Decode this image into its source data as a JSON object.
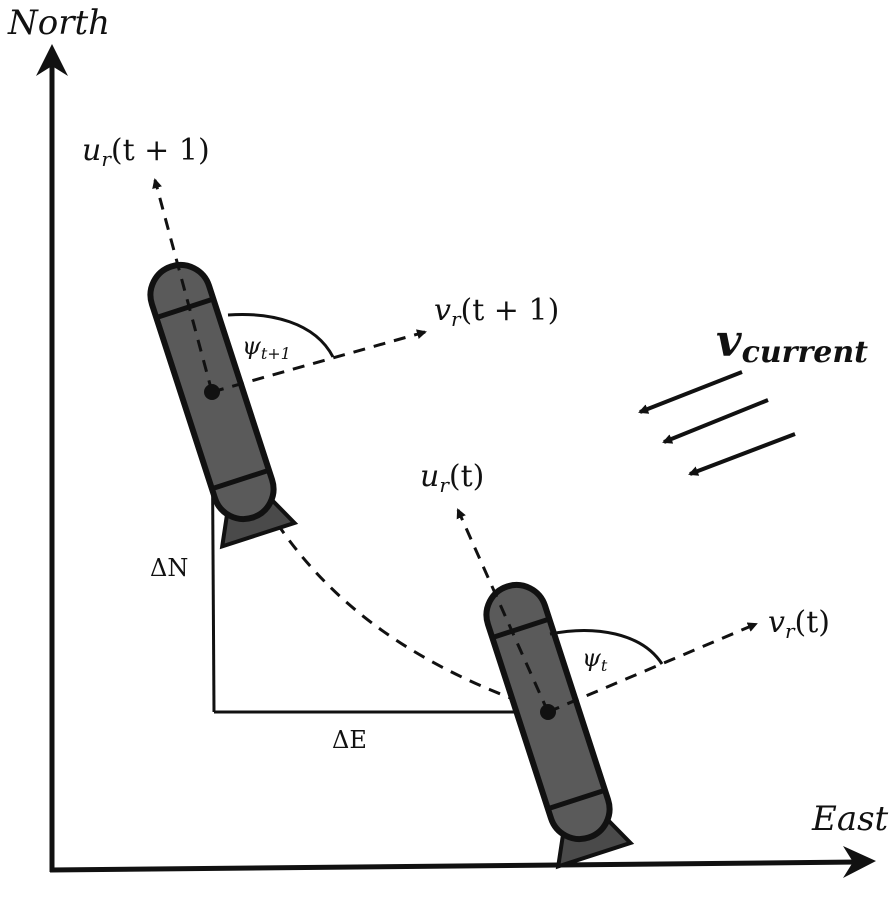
{
  "axes": {
    "north_label": "North",
    "east_label": "East"
  },
  "vectors": {
    "ur_t1": "u",
    "ur_t1_sub": "r",
    "ur_t1_arg": "(t + 1)",
    "vr_t1": "v",
    "vr_t1_sub": "r",
    "vr_t1_arg": "(t + 1)",
    "ur_t": "u",
    "ur_t_sub": "r",
    "ur_t_arg": "(t)",
    "vr_t": "v",
    "vr_t_sub": "r",
    "vr_t_arg": "(t)"
  },
  "angles": {
    "psi_t1": "ψ",
    "psi_t1_sub": "t+1",
    "psi_t": "ψ",
    "psi_t_sub": "t"
  },
  "deltas": {
    "delta_n": "ΔN",
    "delta_e": "ΔE"
  },
  "current": {
    "label": "v",
    "sub": "current"
  },
  "colors": {
    "hull": "#5a5a5a",
    "line": "#111111"
  }
}
